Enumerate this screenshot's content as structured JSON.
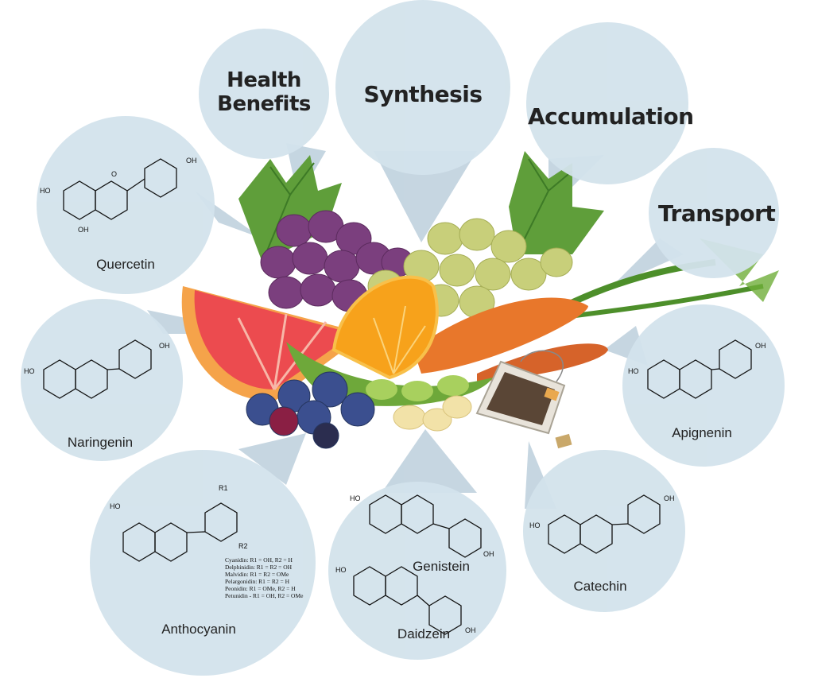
{
  "topics": [
    "Health Benefits",
    "Synthesis",
    "Accumulation",
    "Transport"
  ],
  "compounds": {
    "quercetin": "Quercetin",
    "naringenin": "Naringenin",
    "anthocyanin": "Anthocyanin",
    "genistein": "Genistein",
    "daidzein": "Daidzein",
    "catechin": "Catechin",
    "apigenin": "Apignenin"
  },
  "anthocyanin_variants": [
    "Cyanidin: R1 = OH, R2 = H",
    "Delphinidin: R1 = R2 = OH",
    "Malvidin: R1 = R2 = OMe",
    "Pelargonidin: R1 = R2 = H",
    "Peonidin: R1 = OMe, R2 = H",
    "Petunidin - R1 = OH, R2 = OMe"
  ],
  "atoms": {
    "oh": "OH",
    "ho": "HO",
    "o": "O",
    "r1": "R1",
    "r2": "R2"
  },
  "colors": {
    "bubble": "#d3e3ec",
    "cone": "#bccfdc",
    "grape_purple": "#7b3f7e",
    "grape_green": "#c8cf7a",
    "orange": "#f7a21b",
    "grapefruit": "#ec4b4f",
    "carrot": "#e8772b",
    "blueberry": "#3b4f8f",
    "pea": "#8fbf4d",
    "leaf": "#5f9e3a"
  }
}
